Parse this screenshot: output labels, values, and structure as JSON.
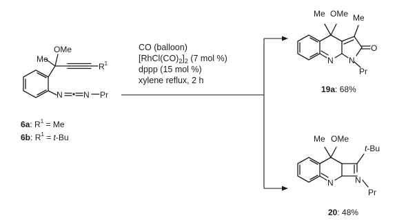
{
  "starting_material": {
    "atoms": {
      "me": "Me",
      "ome": "OMe",
      "r1_r": "R",
      "r1_sup": "1",
      "n_left": "N",
      "dot": "=",
      "n_right": "N",
      "pr": "Pr"
    },
    "labels": [
      {
        "compound": "6a",
        "r": "R",
        "sup": "1",
        "eq": " = ",
        "value": "Me"
      },
      {
        "compound": "6b",
        "r": "R",
        "sup": "1",
        "eq": " = ",
        "value_italic": "t",
        "value": "-Bu"
      }
    ]
  },
  "conditions": {
    "line1": "CO (balloon)",
    "line2_a": "[RhCl(CO)",
    "line2_sub1": "2",
    "line2_b": "]",
    "line2_sub2": "2",
    "line2_c": " (7 mol %)",
    "line3": "dppp (15 mol %)",
    "line4": "xylene reflux, 2 h"
  },
  "product_19a": {
    "atoms": {
      "me1": "Me",
      "ome": "OMe",
      "me2": "Me",
      "o": "O",
      "n_ring": "N",
      "n": "N",
      "pr": "Pr"
    },
    "label": {
      "compound": "19a",
      "yield": ": 68%"
    }
  },
  "product_20": {
    "atoms": {
      "me": "Me",
      "ome": "OMe",
      "tbu_italic": "t",
      "tbu": "-Bu",
      "n_ring": "N",
      "n": "N",
      "pr": "Pr"
    },
    "label": {
      "compound": "20",
      "yield": ":  48%"
    }
  }
}
